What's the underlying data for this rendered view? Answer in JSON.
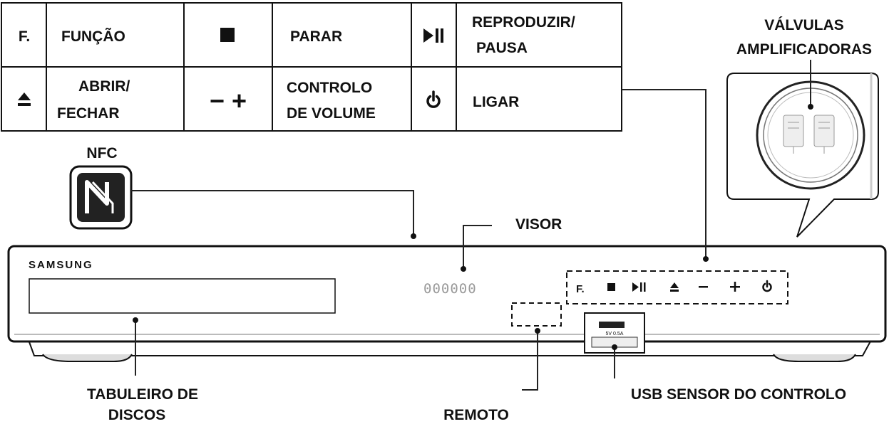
{
  "legend": {
    "row1": {
      "function_symbol": "F.",
      "function_label": "FUNÇÃO",
      "stop_label": "PARAR",
      "play_pause_label_l1": "REPRODUZIR/",
      "play_pause_label_l2": "PAUSA"
    },
    "row2": {
      "eject_label_l1": "ABRIR/",
      "eject_label_l2": "FECHAR",
      "volume_symbols": "−  +",
      "volume_label_l1": "CONTROLO",
      "volume_label_l2": "DE VOLUME",
      "power_label": "LIGAR"
    }
  },
  "callouts": {
    "nfc": "NFC",
    "display": "VISOR",
    "amp_tubes_l1": "VÁLVULAS",
    "amp_tubes_l2": "AMPLIFICADORAS",
    "disc_tray_l1": "TABULEIRO DE",
    "disc_tray_l2": "DISCOS",
    "remote_l1": "USB SENSOR DO CONTROLO",
    "remote_l2": "REMOTO"
  },
  "device": {
    "brand": "SAMSUNG",
    "display_digits": "000000",
    "front_panel_function": "F.",
    "usb_port_text": "5V 0.5A"
  },
  "icons": [
    "stop-icon",
    "play-pause-icon",
    "eject-icon",
    "minus-icon",
    "plus-icon",
    "power-icon",
    "nfc-icon"
  ]
}
